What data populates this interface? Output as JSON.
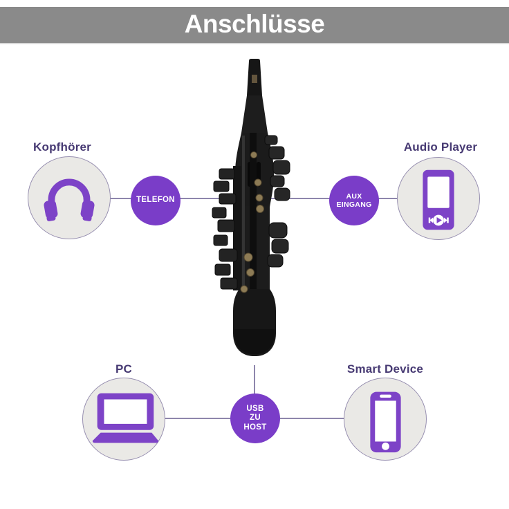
{
  "banner": {
    "title": "Anschlüsse"
  },
  "sections": {
    "headphones": {
      "label": "Kopfhörer"
    },
    "audio_player": {
      "label": "Audio Player"
    },
    "pc": {
      "label": "PC"
    },
    "smart_device": {
      "label": "Smart Device"
    }
  },
  "badges": {
    "telefon": {
      "line1": "TELEFON"
    },
    "aux": {
      "line1": "AUX",
      "line2": "EINGANG"
    },
    "usb": {
      "line1": "USB",
      "line2": "ZU",
      "line3": "HOST"
    }
  },
  "icons": {
    "headphones": "headphones-icon",
    "audio_player": "audio-player-icon",
    "pc": "laptop-icon",
    "smart_device": "smartphone-icon",
    "center": "digital-saxophone-image"
  },
  "colors": {
    "page_bg": "#ffffff",
    "banner_bg": "#8a8a8a",
    "banner_text": "#ffffff",
    "label_text": "#473a73",
    "accent_purple": "#7d43c7",
    "badge_bg": "#7a3dc8",
    "badge_text": "#ffffff",
    "circle_fill": "#eae9e6",
    "circle_border": "#978fb0",
    "connector_line": "#8e86ac"
  }
}
